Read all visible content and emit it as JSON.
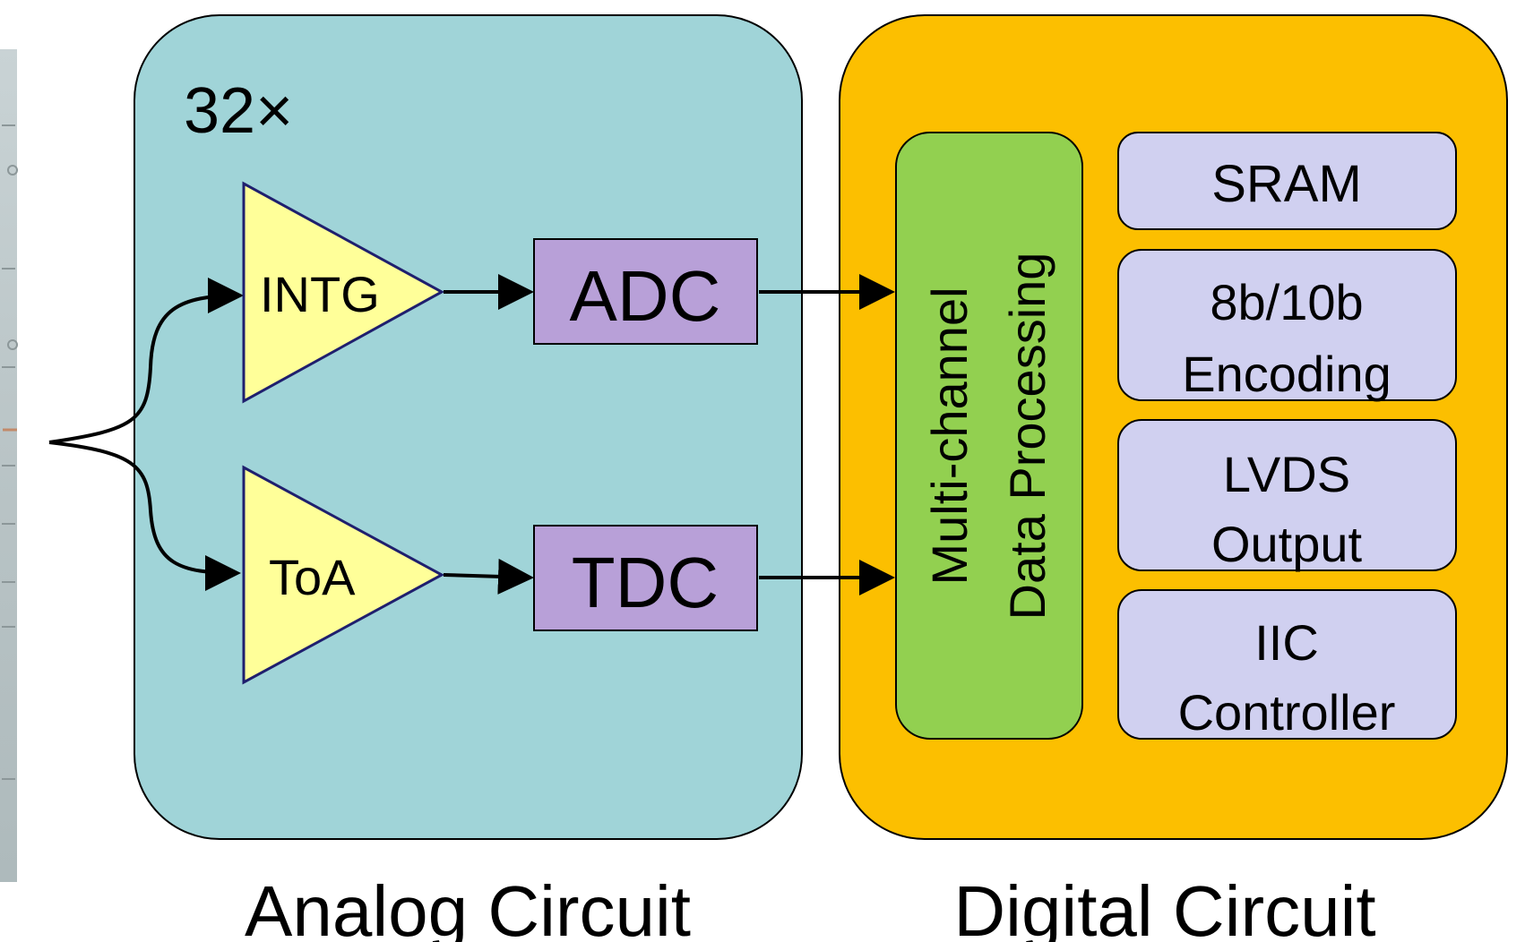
{
  "analog": {
    "multiplier": "32×",
    "caption": "Analog Circuit",
    "blocks": {
      "intg": "INTG",
      "toa": "ToA",
      "adc": "ADC",
      "tdc": "TDC"
    }
  },
  "digital": {
    "caption": "Digital Circuit",
    "processing_line1": "Multi-channel",
    "processing_line2": "Data Processing",
    "sram": "SRAM",
    "encoding_line1": "8b/10b",
    "encoding_line2": "Encoding",
    "lvds_line1": "LVDS",
    "lvds_line2": "Output",
    "iic_line1": "IIC",
    "iic_line2": "Controller"
  },
  "colors": {
    "analog_bg": "#a0d4d8",
    "digital_bg": "#fcbf00",
    "amplifier_fill": "#ffff99",
    "converter_fill": "#b8a0d8",
    "processing_fill": "#92d050",
    "module_fill": "#d0d0f0",
    "outline_dark": "#1f1f6e"
  }
}
